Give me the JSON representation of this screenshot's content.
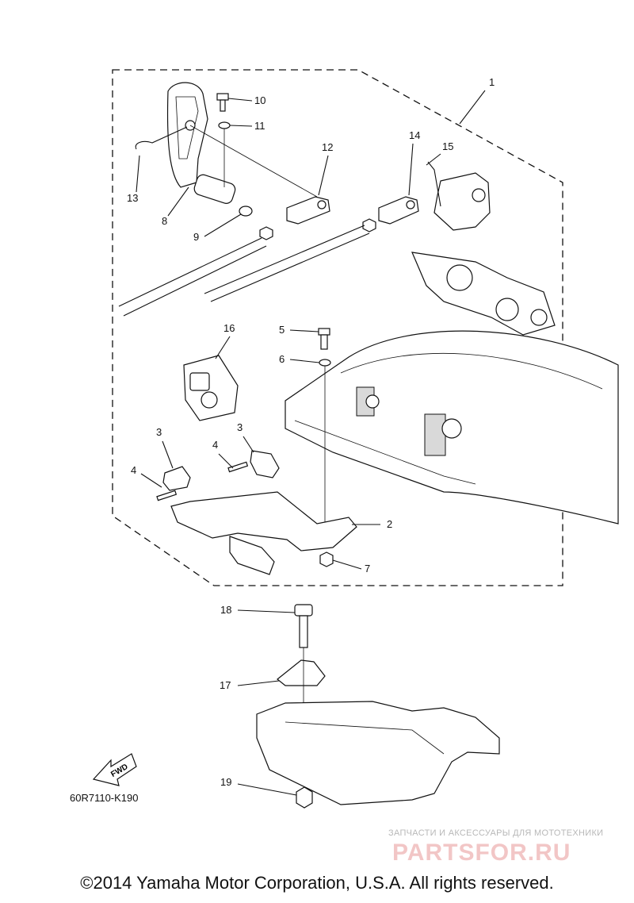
{
  "diagram": {
    "callouts": [
      {
        "id": "c1",
        "num": "1"
      },
      {
        "id": "c2",
        "num": "2"
      },
      {
        "id": "c3a",
        "num": "3"
      },
      {
        "id": "c3b",
        "num": "3"
      },
      {
        "id": "c4a",
        "num": "4"
      },
      {
        "id": "c4b",
        "num": "4"
      },
      {
        "id": "c5",
        "num": "5"
      },
      {
        "id": "c6",
        "num": "6"
      },
      {
        "id": "c7",
        "num": "7"
      },
      {
        "id": "c8",
        "num": "8"
      },
      {
        "id": "c9",
        "num": "9"
      },
      {
        "id": "c10",
        "num": "10"
      },
      {
        "id": "c11",
        "num": "11"
      },
      {
        "id": "c12",
        "num": "12"
      },
      {
        "id": "c13",
        "num": "13"
      },
      {
        "id": "c14",
        "num": "14"
      },
      {
        "id": "c15",
        "num": "15"
      },
      {
        "id": "c16",
        "num": "16"
      },
      {
        "id": "c17",
        "num": "17"
      },
      {
        "id": "c18",
        "num": "18"
      },
      {
        "id": "c19",
        "num": "19"
      }
    ],
    "fwd_label": "FWD",
    "diagram_code": "60R7110-K190"
  },
  "watermark": {
    "tagline": "ЗАПЧАСТИ И АКСЕССУАРЫ ДЛЯ МОТОТЕХНИКИ",
    "brand": "PARTSFOR.RU"
  },
  "footer": {
    "copyright": "©2014 Yamaha Motor Corporation, U.S.A. All rights reserved."
  }
}
